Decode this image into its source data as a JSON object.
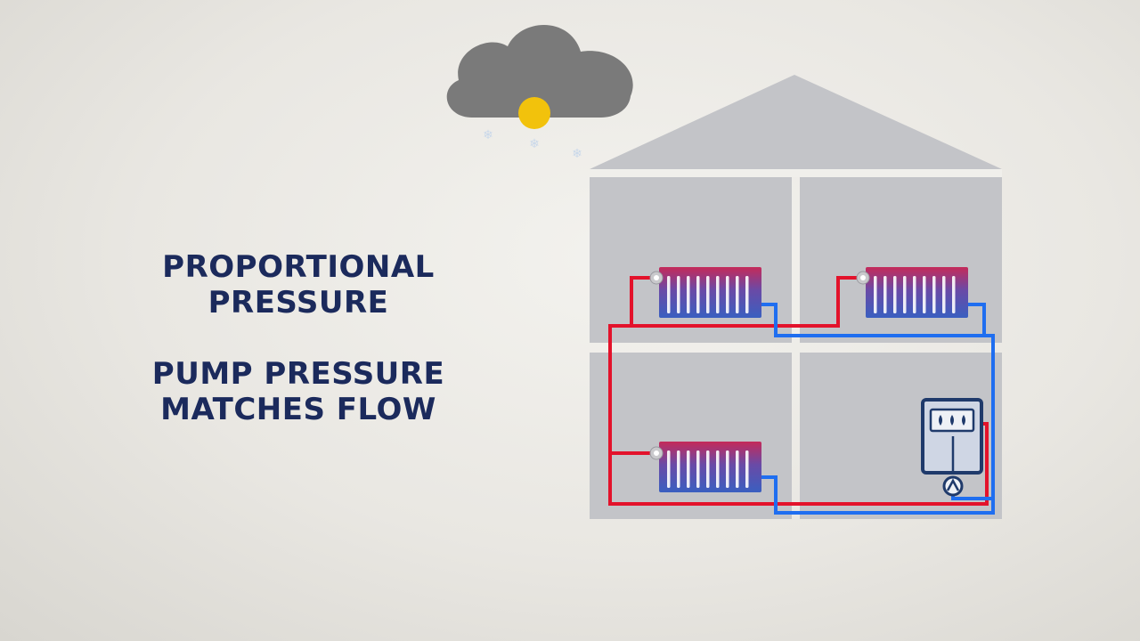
{
  "caption": {
    "heading_line1": "PROPORTIONAL",
    "heading_line2": "PRESSURE",
    "sub_line1": "PUMP PRESSURE",
    "sub_line2": "MATCHES FLOW"
  },
  "colors": {
    "heading_text": "#1b2a5c",
    "house": "#c3c4c8",
    "house_walls": "#f0efeb",
    "cloud": "#7a7a7a",
    "sun": "#f2c20c",
    "snow": "#c9d8ea",
    "pipe_hot": "#e3122b",
    "pipe_cold": "#1f6ef0",
    "radiator_top": "#c42a5a",
    "radiator_bottom": "#3a5fc0",
    "boiler": "#1f3a6b"
  },
  "icons": {
    "cloud": "cloud-icon",
    "sun": "sun-icon",
    "snow": "snowflake-icon",
    "radiator": "radiator-icon",
    "valve": "thermostatic-valve-icon",
    "boiler": "boiler-icon",
    "pump": "pump-icon"
  }
}
